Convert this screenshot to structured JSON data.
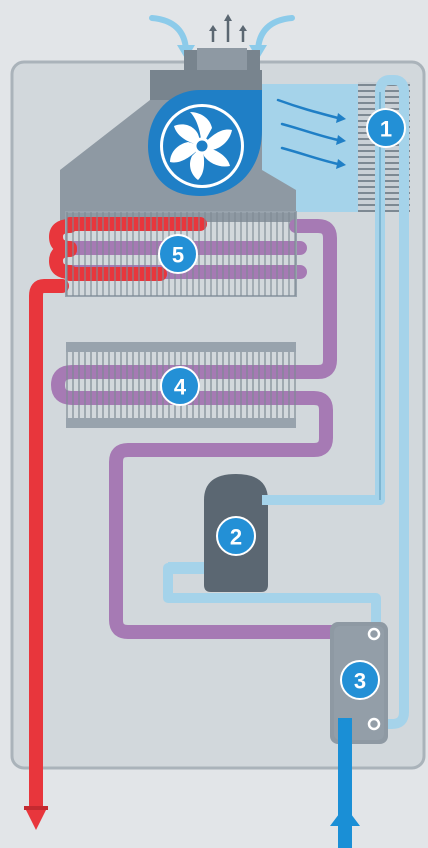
{
  "colors": {
    "background": "#e2e5e8",
    "cabinet": "#d2d8dc",
    "cabinet_border": "#aab3ba",
    "metal_dark": "#78848e",
    "metal": "#98a3ad",
    "hot_red": "#e8363c",
    "purple": "#a67ab4",
    "light_blue": "#a5d3ea",
    "cold_blue": "#1a8fd6",
    "badge_blue": "#2390d6",
    "fan_blue": "#1f7fc6",
    "dark_tank": "#5b6772"
  },
  "badges": [
    {
      "id": "1",
      "label": "1"
    },
    {
      "id": "2",
      "label": "2"
    },
    {
      "id": "3",
      "label": "3"
    },
    {
      "id": "4",
      "label": "4"
    },
    {
      "id": "5",
      "label": "5"
    }
  ],
  "icons": {
    "fan": "fan-icon",
    "air_in": "air-intake-arrow-icon",
    "air_out": "exhaust-arrow-icon",
    "hot_out": "hot-water-outlet-arrow-icon",
    "cold_in": "cold-water-inlet-arrow-icon"
  }
}
